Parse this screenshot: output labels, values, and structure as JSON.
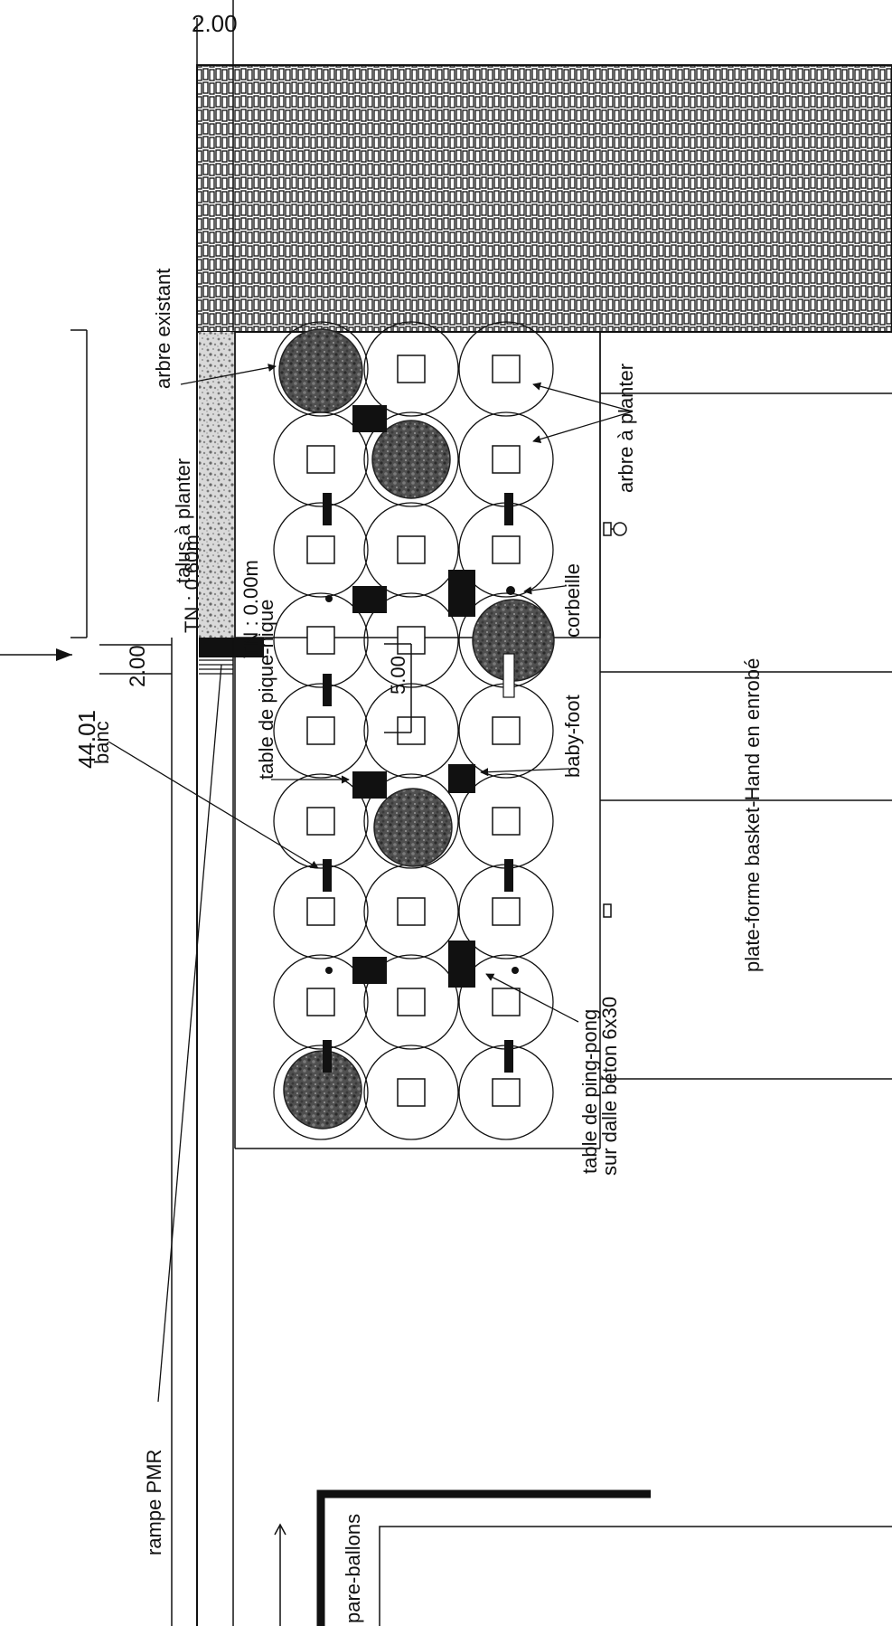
{
  "labels": {
    "dim_top": "2.00",
    "dim_length": "44.01",
    "dim_bottom": "2.00",
    "dim_spacing": "5.00",
    "arbre_existant": "arbre existant",
    "talus": "talus à planter",
    "arbre_a_planter": "arbre à planter",
    "corbeille": "corbeille",
    "table_pique_nique": "table de pique-nique",
    "baby_foot": "baby-foot",
    "plateforme": "plate-forme basket-Hand en enrobé",
    "banc": "banc",
    "tn_060": "TN : 0.60m",
    "tn_000": "TN : 0.00m",
    "ping_pong": "table de ping-pong",
    "dalle": "sur dalle béton 6x30",
    "rampe": "rampe PMR",
    "pare_ballons": "pare-ballons"
  }
}
